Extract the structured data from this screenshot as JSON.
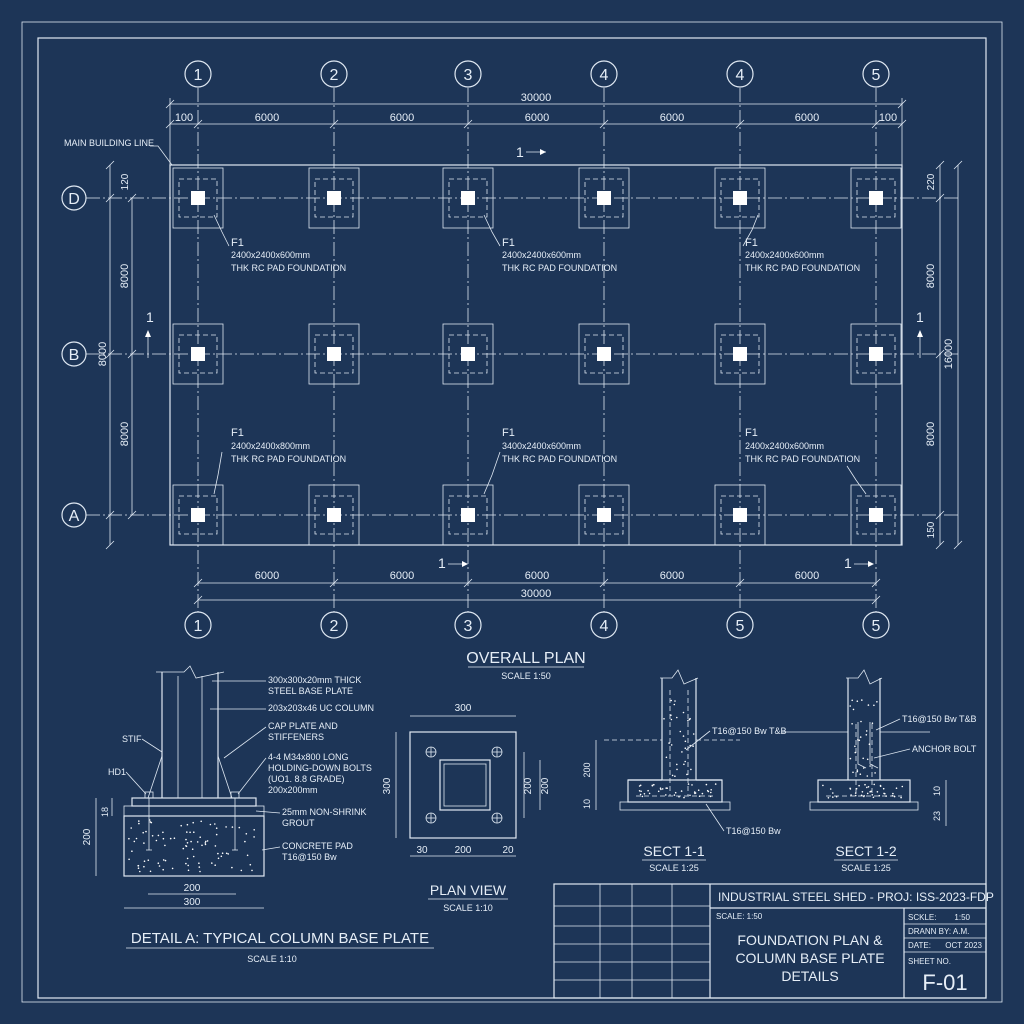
{
  "grid": {
    "top_labels": [
      "1",
      "2",
      "3",
      "4",
      "4",
      "5"
    ],
    "bottom_labels": [
      "1",
      "2",
      "3",
      "4",
      "5",
      "5"
    ],
    "row_labels": [
      "D",
      "B",
      "A"
    ]
  },
  "plan_dims": {
    "overall_top": "30000",
    "edge_left": "100",
    "edge_right": "100",
    "bays": [
      "6000",
      "6000",
      "6000",
      "6000",
      "6000"
    ],
    "overall_bottom": "30000",
    "left_row_dims": [
      "8000",
      "8000"
    ],
    "left_mid": "8000",
    "left_top_small": "120",
    "right_row_dims": [
      "8000",
      "8000"
    ],
    "right_overall": "16000",
    "right_top_small": "220",
    "right_bottom_small": "150"
  },
  "plan_notes": {
    "main_building_line": "MAIN BUILDING LINE",
    "section_mark": "1",
    "foundations": [
      {
        "tag": "F1",
        "size": "2400x2400x600mm",
        "desc": "THK RC PAD FOUNDATION"
      },
      {
        "tag": "F1",
        "size": "2400x2400x600mm",
        "desc": "THK RC PAD FOUNDATION"
      },
      {
        "tag": "F1",
        "size": "2400x2400x600mm",
        "desc": "THK RC PAD FOUNDATION"
      },
      {
        "tag": "F1",
        "size": "2400x2400x800mm",
        "desc": "THK RC PAD FOUNDATION"
      },
      {
        "tag": "F1",
        "size": "3400x2400x600mm",
        "desc": "THK RC PAD FOUNDATION"
      },
      {
        "tag": "F1",
        "size": "2400x2400x600mm",
        "desc": "THK RC PAD FOUNDATION"
      }
    ]
  },
  "overall_plan": {
    "title": "OVERALL PLAN",
    "scale": "SCALE 1:50"
  },
  "detail_a": {
    "title": "DETAIL A: TYPICAL COLUMN BASE PLATE",
    "scale": "SCALE 1:10",
    "notes": [
      "300x300x20mm THICK",
      "STEEL BASE PLATE",
      "203x203x46 UC COLUMN",
      "CAP PLATE AND",
      "STIFFENERS",
      "4-4 M34x800 LONG",
      "HOLDING-DOWN BOLTS",
      "(UO1. 8.8 GRADE)",
      "200x200mm",
      "25mm NON-SHRINK",
      "GROUT",
      "CONCRETE PAD",
      "T16@150 Bw"
    ],
    "stif": "STIF",
    "hd": "HD1",
    "dim_18": "18",
    "dim_200_side": "200",
    "dim_200_bottom": "200",
    "dim_300_bottom": "300"
  },
  "plan_view": {
    "title": "PLAN VIEW",
    "scale": "SCALE 1:10",
    "dim_top": "300",
    "dim_left": "300",
    "dim_right_inner": "200",
    "dim_right_outer": "200",
    "dim_bottom": [
      "30",
      "200",
      "20"
    ]
  },
  "sect_11": {
    "title": "SECT 1-1",
    "scale": "SCALE 1:25",
    "rebar_top": "T16@150 Bw T&B",
    "rebar_bottom": "T16@150 Bw",
    "dim_200": "200",
    "dim_10": "10"
  },
  "sect_12": {
    "title": "SECT 1-2",
    "scale": "SCALE 1:25",
    "rebar_top": "T16@150 Bw T&B",
    "anchor": "ANCHOR BOLT",
    "dim_10": "10",
    "dim_23": "23"
  },
  "title_block": {
    "project": "INDUSTRIAL STEEL SHED - PROJ: ISS-2023-FDP",
    "scale_left": "SCALE: 1:50",
    "drawing_title_lines": [
      "FOUNDATION PLAN &",
      "COLUMN BASE PLATE",
      "DETAILS"
    ],
    "scale_label": "SCKLE:",
    "scale_value": "1:50",
    "drawn_by": "DRANN BY: A.M.",
    "date_label": "DATE:",
    "date_value": "OCT 2023",
    "sheet_label": "SHEET NO.",
    "sheet_no": "F-01"
  },
  "colors": {
    "background": "#1d3557",
    "line": "#dfe8f2"
  }
}
